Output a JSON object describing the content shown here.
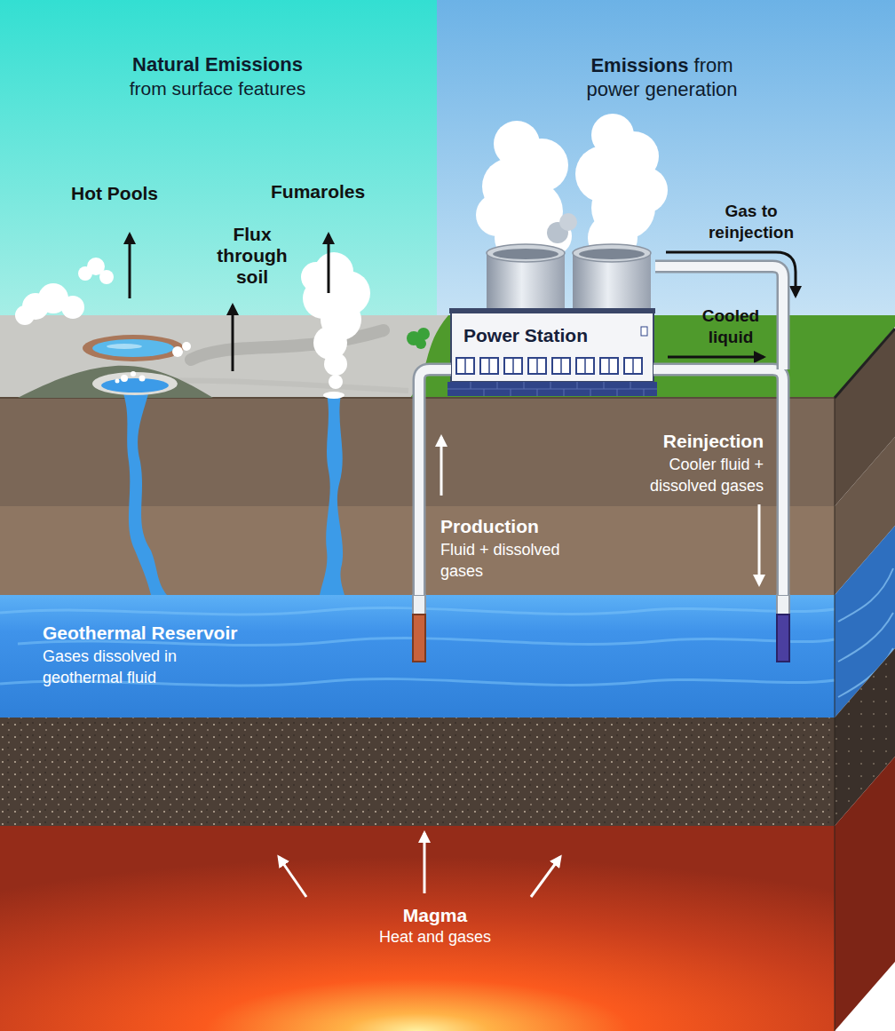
{
  "diagram": {
    "nodes": [
      {
        "text": [
          "Power Station"
        ]
      },
      {
        "text": [
          "Geothermal Reservoir",
          "Gases dissolved in geothermal fluid"
        ]
      },
      {
        "text": [
          "Magma",
          "Heat and gases"
        ]
      }
    ],
    "edges": [
      {
        "from": 1,
        "to": 0,
        "arrow": "none"
      },
      {
        "from": 0,
        "to": 1,
        "arrow": "none"
      }
    ],
    "labels": [
      "Natural Emissions",
      "from surface features",
      "Emissions",
      "from power generation",
      "Hot Pools",
      "Flux through soil",
      "Fumaroles",
      "Gas to reinjection",
      "Cooled liquid",
      "Reinjection",
      "Cooler fluid + dissolved gases",
      "Production",
      "Fluid + dissolved gases"
    ]
  }
}
